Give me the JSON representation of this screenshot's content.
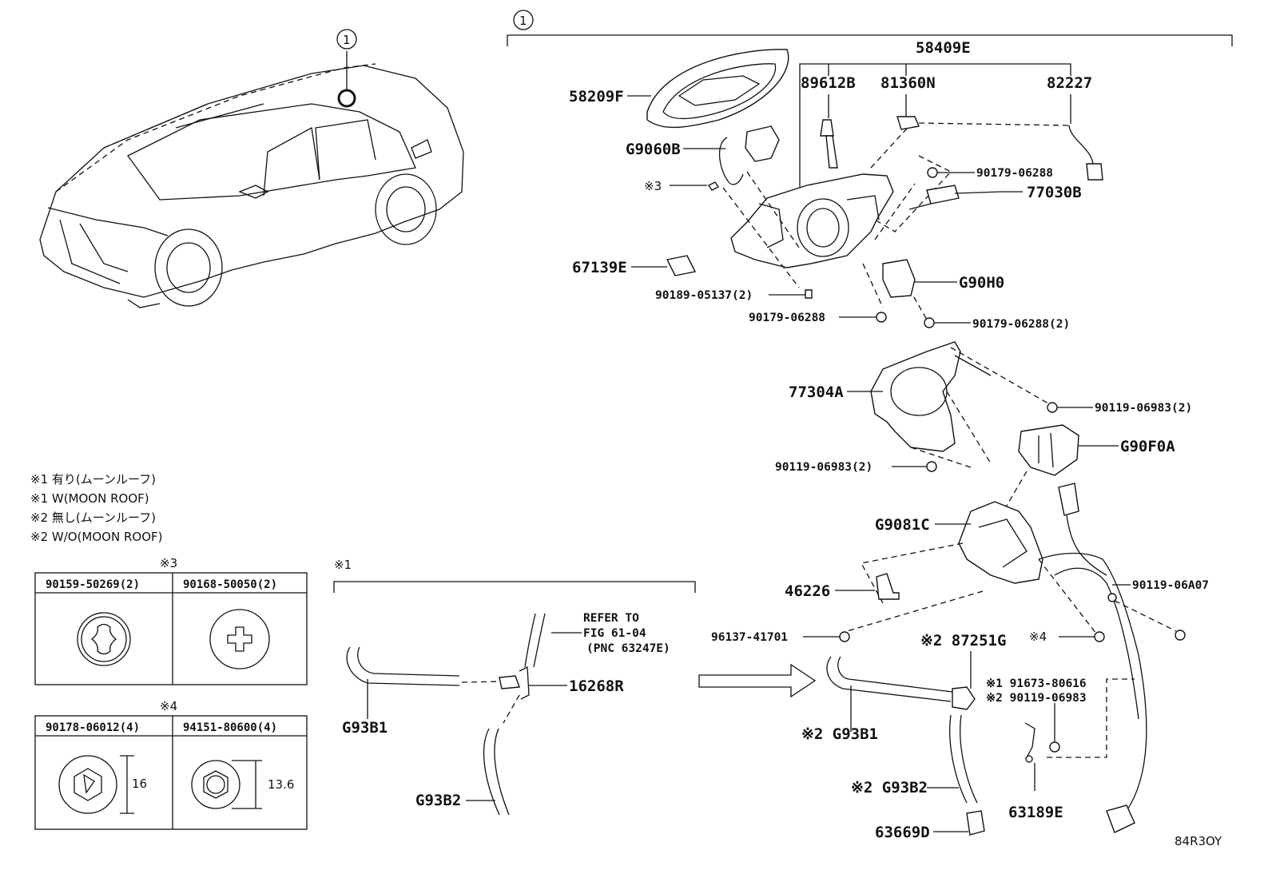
{
  "diagram_code": "84R3OY",
  "callout_number": "1",
  "assembly": "58409E",
  "parts": {
    "p58209F": "58209F",
    "pG9060B": "G9060B",
    "pMark3": "※3",
    "p67139E": "67139E",
    "p90189": "90189-05137(2)",
    "p90179a": "90179-06288",
    "p90179b": "90179-06288",
    "p90179c": "90179-06288(2)",
    "p89612B": "89612B",
    "p81360N": "81360N",
    "p82227": "82227",
    "p77030B": "77030B",
    "pG90H0": "G90H0",
    "p77304A": "77304A",
    "p90119a": "90119-06983(2)",
    "p90119b": "90119-06983(2)",
    "pG90F0A": "G90F0A",
    "pG9081C": "G9081C",
    "p46226": "46226",
    "p90119c": "90119-06A07",
    "p96137": "96137-41701",
    "pMark4": "※4",
    "p87251G": "※2 87251G",
    "p91673": "※1 91673-80616",
    "p90119d": "※2 90119-06983",
    "pG93B1a": "※2 G93B1",
    "pG93B2a": "※2 G93B2",
    "p63189E": "63189E",
    "p63669D": "63669D",
    "p16268R": "16268R",
    "pG93B1b": "G93B1",
    "pG93B2b": "G93B2",
    "refer1": "REFER TO",
    "refer2": "FIG 61-04",
    "refer3": "(PNC 63247E)",
    "mark1": "※1"
  },
  "notes": [
    "※1 有り(ムーンルーフ)",
    "※1 W(MOON ROOF)",
    "※2 無し(ムーンルーフ)",
    "※2 W/O(MOON ROOF)"
  ],
  "table3": {
    "mark": "※3",
    "col1": "90159-50269(2)",
    "col2": "90168-50050(2)"
  },
  "table4": {
    "mark": "※4",
    "col1": "90178-06012(4)",
    "col2": "94151-80600(4)",
    "dim1": "16",
    "dim2": "13.6"
  }
}
